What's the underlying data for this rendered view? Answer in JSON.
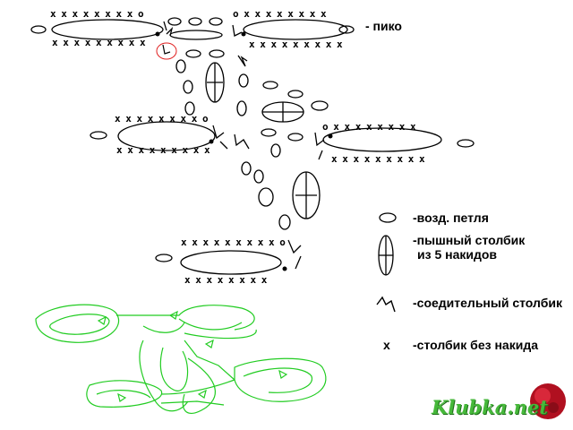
{
  "legend": {
    "picot": "- пико",
    "chain_loop": "-возд. петля",
    "puff_stitch_line1": "-пышный столбик",
    "puff_stitch_line2": "из 5 накидов",
    "slip_stitch": "-соедительный столбик",
    "single_crochet_symbol": "x",
    "single_crochet": "-столбик без накида"
  },
  "stitch_symbols": {
    "top_left_upper": "x x x x x x x x o",
    "top_left_lower": "x x x x x x x x x",
    "top_right_upper": "o x x x x x x x x",
    "top_right_lower": "x x x x x x x x x",
    "mid_left_upper": "x x x x x x x x o",
    "mid_left_lower": "x x x x x x x x x",
    "mid_right_upper": "o x x x x x x x x",
    "mid_right_lower": "x x x x x x x x x",
    "bottom_upper": "x x x x x x x x x o",
    "bottom_lower": "x x x x x x x x"
  },
  "watermark": "Klubka.net",
  "colors": {
    "ink": "#000000",
    "green_path": "#22cc22",
    "picot_marker": "#e02020",
    "watermark": "#46b83a"
  },
  "icons": [
    "chain-loop-icon",
    "puff-stitch-icon",
    "slip-stitch-icon",
    "yarn-ball-icon"
  ]
}
